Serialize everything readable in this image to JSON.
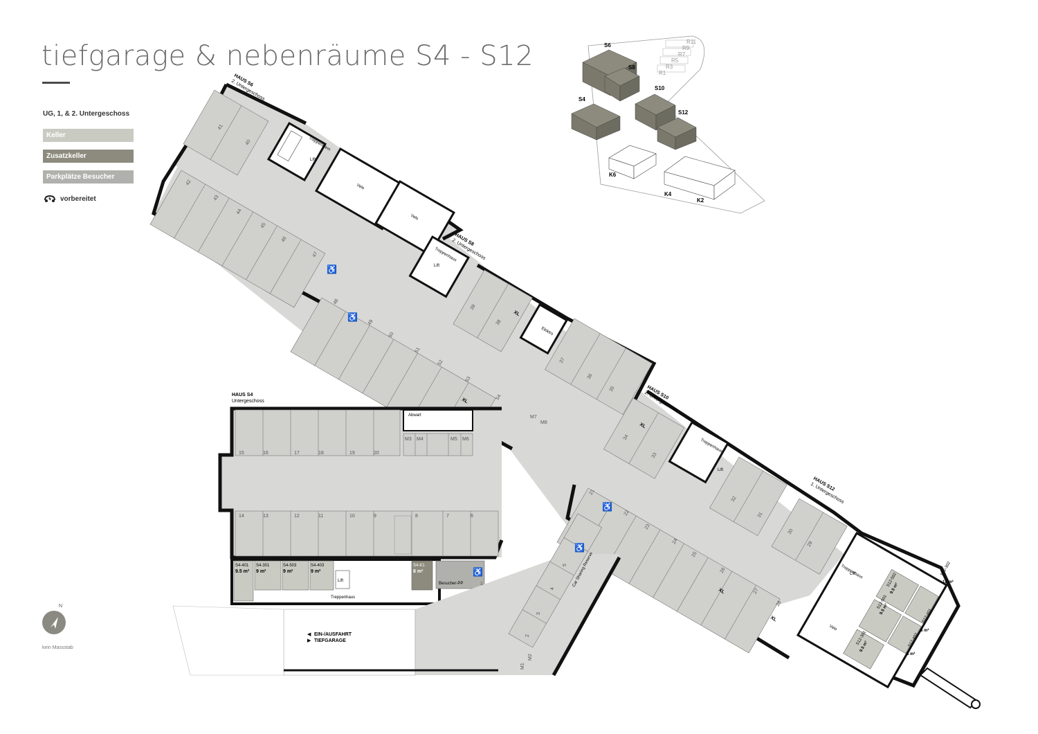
{
  "title": "tiefgarage & nebenräume S4 - S12",
  "legend": {
    "heading": "UG, 1, & 2. Untergeschoss",
    "items": [
      {
        "label": "Keller",
        "color": "#c9cbc3"
      },
      {
        "label": "Zusatzkeller",
        "color": "#8c8b7e"
      },
      {
        "label": "Parkplätze Besucher",
        "color": "#b0b1ac"
      }
    ],
    "ev_label": "vorbereitet"
  },
  "north": "N",
  "scale_note": "kein Massstab",
  "keyplan": {
    "buildings": [
      "S6",
      "S8",
      "S10",
      "S12",
      "S4",
      "K6",
      "K4",
      "K2",
      "R11",
      "R9",
      "R7",
      "R5",
      "R3",
      "R1"
    ]
  },
  "houses": {
    "s6": {
      "name": "HAUS S6",
      "level": "2. Untergeschoss"
    },
    "s8": {
      "name": "HAUS S8",
      "level": "2. Untergeschoss"
    },
    "s10": {
      "name": "HAUS S10",
      "level": "2. Untergeschoss"
    },
    "s12": {
      "name": "HAUS S12",
      "level": "1. Untergeschoss"
    },
    "s4": {
      "name": "HAUS S4",
      "level": "Untergeschoss"
    }
  },
  "rooms": {
    "treppenhaus": "Treppenhaus",
    "lift": "Lift",
    "velo": "Velo",
    "elektro": "Elektro",
    "abwart": "Abwart",
    "besucher": "Besucher-PP",
    "car_sharing": "Car Sharing Reserve",
    "xl": "XL",
    "entrance_line1": "EIN-/AUSFAHRT",
    "entrance_line2": "TIEFGARAGE"
  },
  "storage": [
    {
      "id": "S4-401",
      "area": "9.5 m²"
    },
    {
      "id": "S4-301",
      "area": "9 m²"
    },
    {
      "id": "S4-503",
      "area": "9 m²"
    },
    {
      "id": "S4-403",
      "area": "9 m²"
    },
    {
      "id": "S4-K1",
      "area": "8 m²"
    },
    {
      "id": "S12-502",
      "area": "9.5 m²"
    },
    {
      "id": "S12-501",
      "area": "9.5 m²"
    },
    {
      "id": "S12-301",
      "area": "9.5 m²"
    },
    {
      "id": "S12-302",
      "area": "12 m²"
    },
    {
      "id": "S12-401",
      "area": "8 m²"
    },
    {
      "id": "S12-402",
      "area": "8 m²"
    }
  ],
  "s4_top_stalls": [
    "15",
    "16",
    "17",
    "18",
    "19",
    "20"
  ],
  "s4_bottom_stalls": [
    "14",
    "13",
    "12",
    "11",
    "10",
    "9",
    "8",
    "7",
    "6"
  ],
  "motor_stalls": [
    "M3",
    "M4",
    "M5",
    "M6",
    "M7",
    "M8",
    "M1",
    "M2"
  ],
  "ramp_stalls": [
    "5",
    "4",
    "3",
    "2",
    "1"
  ],
  "north_upper_stalls": [
    "41",
    "40",
    "42",
    "43",
    "44",
    "45",
    "46",
    "47"
  ],
  "north_lower_stalls": [
    "48",
    "49",
    "50",
    "51",
    "52",
    "53",
    "54"
  ],
  "s8_stalls": [
    "39",
    "38",
    "37",
    "36",
    "35"
  ],
  "s10_stalls": [
    "34",
    "33",
    "32",
    "31",
    "30",
    "29"
  ],
  "south_stalls": [
    "21",
    "22",
    "23",
    "24",
    "25",
    "26",
    "27",
    "28"
  ]
}
